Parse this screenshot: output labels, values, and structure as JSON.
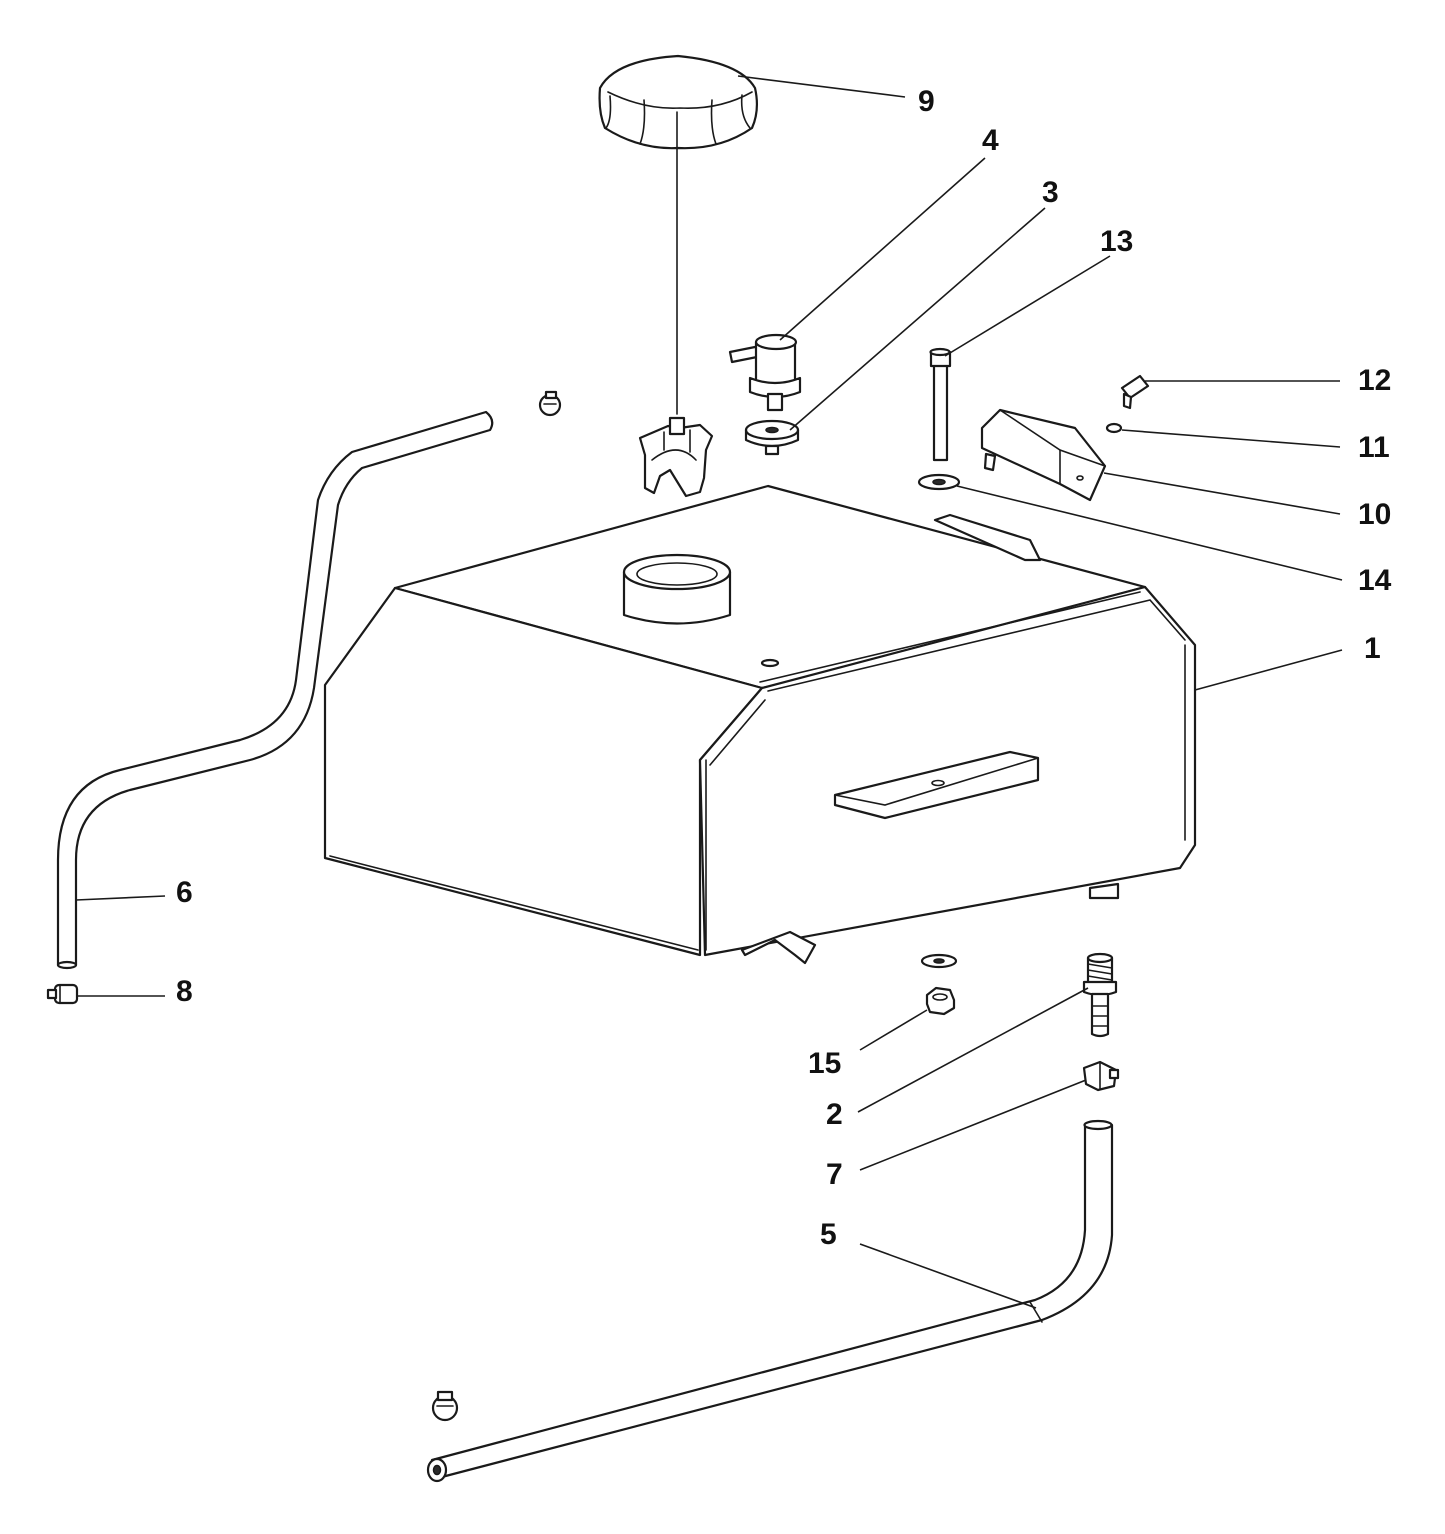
{
  "callouts": [
    {
      "id": "9",
      "label": "9"
    },
    {
      "id": "4",
      "label": "4"
    },
    {
      "id": "3",
      "label": "3"
    },
    {
      "id": "13",
      "label": "13"
    },
    {
      "id": "12",
      "label": "12"
    },
    {
      "id": "11",
      "label": "11"
    },
    {
      "id": "10",
      "label": "10"
    },
    {
      "id": "14",
      "label": "14"
    },
    {
      "id": "1",
      "label": "1"
    },
    {
      "id": "6",
      "label": "6"
    },
    {
      "id": "8",
      "label": "8"
    },
    {
      "id": "15",
      "label": "15"
    },
    {
      "id": "2",
      "label": "2"
    },
    {
      "id": "7",
      "label": "7"
    },
    {
      "id": "5",
      "label": "5"
    }
  ],
  "colors": {
    "line": "#1a1a1a",
    "background": "#ffffff"
  }
}
